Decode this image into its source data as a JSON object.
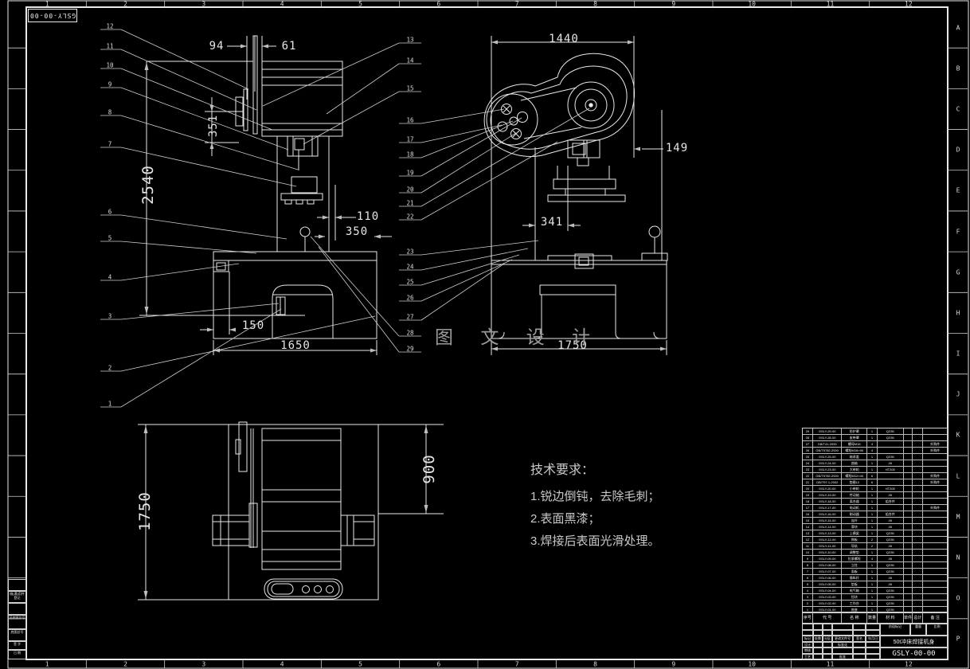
{
  "sheet": {
    "corner_label": "GSLY-00-00",
    "watermark": "图 文 设 计",
    "border": {
      "columns": [
        "1",
        "2",
        "3",
        "4",
        "5",
        "6",
        "7",
        "8",
        "9",
        "10",
        "11",
        "12"
      ],
      "rows": [
        "A",
        "B",
        "C",
        "D",
        "E",
        "F",
        "G",
        "H",
        "I",
        "J",
        "K",
        "L",
        "M",
        "N",
        "O",
        "P"
      ]
    },
    "margin_blocks": [
      "借(通)用件登记",
      "旧底图总号",
      "底图总号",
      "签 字",
      "日 期"
    ]
  },
  "tech": {
    "title": "技术要求：",
    "items": [
      "1.锐边倒钝，去除毛刺；",
      "2.表面黑漆；",
      "3.焊接后表面光滑处理。"
    ]
  },
  "dimensions": {
    "front": {
      "guard_offset": "94",
      "hub_width": "61",
      "plate_height": "351",
      "overall_height": "2540",
      "slide_width": "110",
      "stroke_height": "350",
      "base_inset": "150",
      "base_width": "1650"
    },
    "side": {
      "overall_depth": "1440",
      "back_offset": "149",
      "column_depth": "341",
      "base_depth": "1750"
    },
    "plan": {
      "base_length": "1750",
      "body_width": "900"
    }
  },
  "callouts": {
    "left": [
      "12",
      "11",
      "10",
      "9",
      "8",
      "7",
      "6",
      "5",
      "4",
      "3",
      "2",
      "1"
    ],
    "right": [
      "13",
      "14",
      "15",
      "16",
      "17",
      "18",
      "19",
      "20",
      "21",
      "22",
      "23",
      "24",
      "25",
      "26",
      "27",
      "28",
      "29"
    ]
  },
  "bom": {
    "headers": [
      "序号",
      "代 号",
      "名 称",
      "数量",
      "材 料",
      "单件",
      "总计",
      "备 注"
    ],
    "rows": [
      [
        "29",
        "GSLY-29-00",
        "防护罩",
        "1",
        "Q235",
        "",
        "",
        ""
      ],
      [
        "28",
        "GSLY-28-00",
        "皮带罩",
        "1",
        "Q235",
        "",
        "",
        ""
      ],
      [
        "27",
        "GB/T41-2000",
        "螺母M16",
        "4",
        "",
        "",
        "",
        "外购件"
      ],
      [
        "26",
        "GB/T5782-2000",
        "螺栓M16×90",
        "4",
        "",
        "",
        "",
        "外购件"
      ],
      [
        "25",
        "GSLY-25-00",
        "轴承盖",
        "1",
        "Q235",
        "",
        "",
        ""
      ],
      [
        "24",
        "GSLY-24-00",
        "曲轴",
        "1",
        "45",
        "",
        "",
        ""
      ],
      [
        "23",
        "GSLY-23-00",
        "大带轮",
        "1",
        "HT200",
        "",
        "",
        ""
      ],
      [
        "22",
        "GB/T5782-2000",
        "螺栓M12×40",
        "6",
        "",
        "",
        "",
        "外购件"
      ],
      [
        "21",
        "GB/T97.1-2002",
        "垫圈12",
        "6",
        "",
        "",
        "",
        "外购件"
      ],
      [
        "20",
        "GSLY-20-00",
        "小带轮",
        "1",
        "HT200",
        "",
        "",
        ""
      ],
      [
        "19",
        "GSLY-19-00",
        "传动轴",
        "1",
        "45",
        "",
        "",
        ""
      ],
      [
        "18",
        "GSLY-18-00",
        "离合器",
        "1",
        "组合件",
        "",
        "",
        ""
      ],
      [
        "17",
        "GSLY-17-00",
        "电动机",
        "1",
        "",
        "",
        "",
        "外购件"
      ],
      [
        "16",
        "GSLY-16-00",
        "制动器",
        "1",
        "组合件",
        "",
        "",
        ""
      ],
      [
        "15",
        "GSLY-15-00",
        "连杆",
        "1",
        "45",
        "",
        "",
        ""
      ],
      [
        "14",
        "GSLY-14-00",
        "滑块",
        "1",
        "45",
        "",
        "",
        ""
      ],
      [
        "13",
        "GSLY-13-00",
        "上横梁",
        "1",
        "Q235",
        "",
        "",
        ""
      ],
      [
        "12",
        "GSLY-12-00",
        "侧板",
        "2",
        "Q235",
        "",
        "",
        ""
      ],
      [
        "11",
        "GSLY-11-00",
        "导轨",
        "2",
        "45",
        "",
        "",
        ""
      ],
      [
        "10",
        "GSLY-10-00",
        "调整垫",
        "1",
        "Q235",
        "",
        "",
        ""
      ],
      [
        "9",
        "GSLY-09-00",
        "拉紧螺栓",
        "4",
        "45",
        "",
        "",
        ""
      ],
      [
        "8",
        "GSLY-08-00",
        "立柱",
        "1",
        "Q235",
        "",
        "",
        ""
      ],
      [
        "7",
        "GSLY-07-00",
        "面板",
        "1",
        "Q235",
        "",
        "",
        ""
      ],
      [
        "6",
        "GSLY-06-00",
        "操纵杆",
        "1",
        "45",
        "",
        "",
        ""
      ],
      [
        "5",
        "GSLY-05-00",
        "垫板",
        "1",
        "45",
        "",
        "",
        ""
      ],
      [
        "4",
        "GSLY-04-00",
        "电气箱",
        "1",
        "Q235",
        "",
        "",
        ""
      ],
      [
        "3",
        "GSLY-03-00",
        "挡块",
        "1",
        "Q235",
        "",
        "",
        ""
      ],
      [
        "2",
        "GSLY-02-00",
        "工作台",
        "1",
        "Q235",
        "",
        "",
        ""
      ],
      [
        "1",
        "GSLY-01-00",
        "底座",
        "1",
        "Q235",
        "",
        "",
        ""
      ]
    ]
  },
  "title_block": {
    "product_name": "50t冲床焊接机身",
    "drawing_no": "GSLY-00-00",
    "mark_row": [
      "标记",
      "处数",
      "分区",
      "更改文件号",
      "签名",
      "年月日"
    ],
    "role_rows": [
      [
        "设计",
        "标准化"
      ],
      [
        "审核",
        ""
      ],
      [
        "工艺",
        "批准"
      ]
    ],
    "right_labels": [
      "阶段标记",
      "重量",
      "比例"
    ]
  }
}
